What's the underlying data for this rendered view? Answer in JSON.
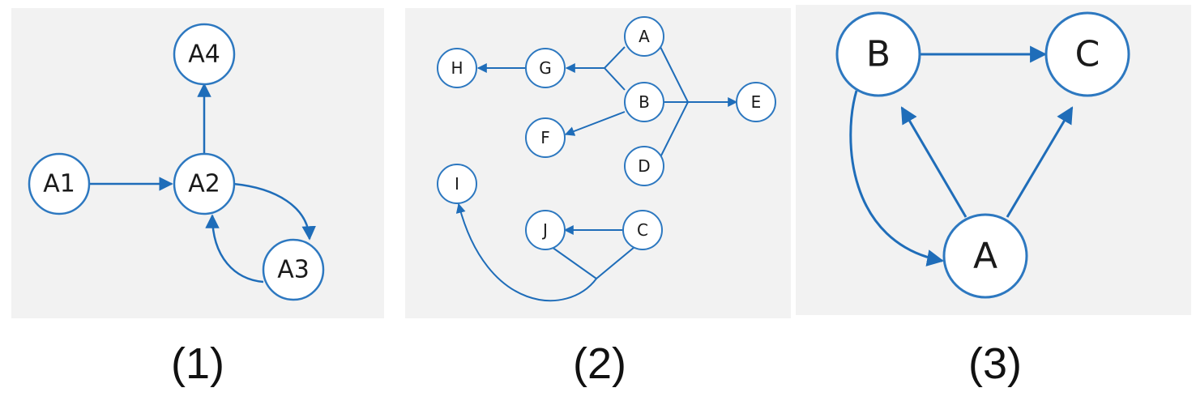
{
  "diagrams": [
    {
      "caption": "(1)",
      "nodes": [
        "A1",
        "A2",
        "A3",
        "A4"
      ],
      "edges": [
        [
          "A1",
          "A2"
        ],
        [
          "A2",
          "A4"
        ],
        [
          "A2",
          "A3"
        ],
        [
          "A3",
          "A2"
        ]
      ]
    },
    {
      "caption": "(2)",
      "nodes": [
        "A",
        "B",
        "C",
        "D",
        "E",
        "F",
        "G",
        "H",
        "I",
        "J"
      ],
      "edges": [
        [
          "A",
          "G"
        ],
        [
          "B",
          "G"
        ],
        [
          "G",
          "H"
        ],
        [
          "B",
          "F"
        ],
        [
          "A",
          "E"
        ],
        [
          "B",
          "E"
        ],
        [
          "D",
          "E"
        ],
        [
          "C",
          "J"
        ],
        [
          "J",
          "I"
        ],
        [
          "C",
          "I"
        ]
      ]
    },
    {
      "caption": "(3)",
      "nodes": [
        "A",
        "B",
        "C"
      ],
      "edges": [
        [
          "B",
          "C"
        ],
        [
          "A",
          "B"
        ],
        [
          "A",
          "C"
        ],
        [
          "B",
          "A"
        ]
      ]
    }
  ],
  "colors": {
    "node_stroke": "#2d78c0",
    "edge": "#1f6db9",
    "panel_bg": "#f2f2f2"
  }
}
